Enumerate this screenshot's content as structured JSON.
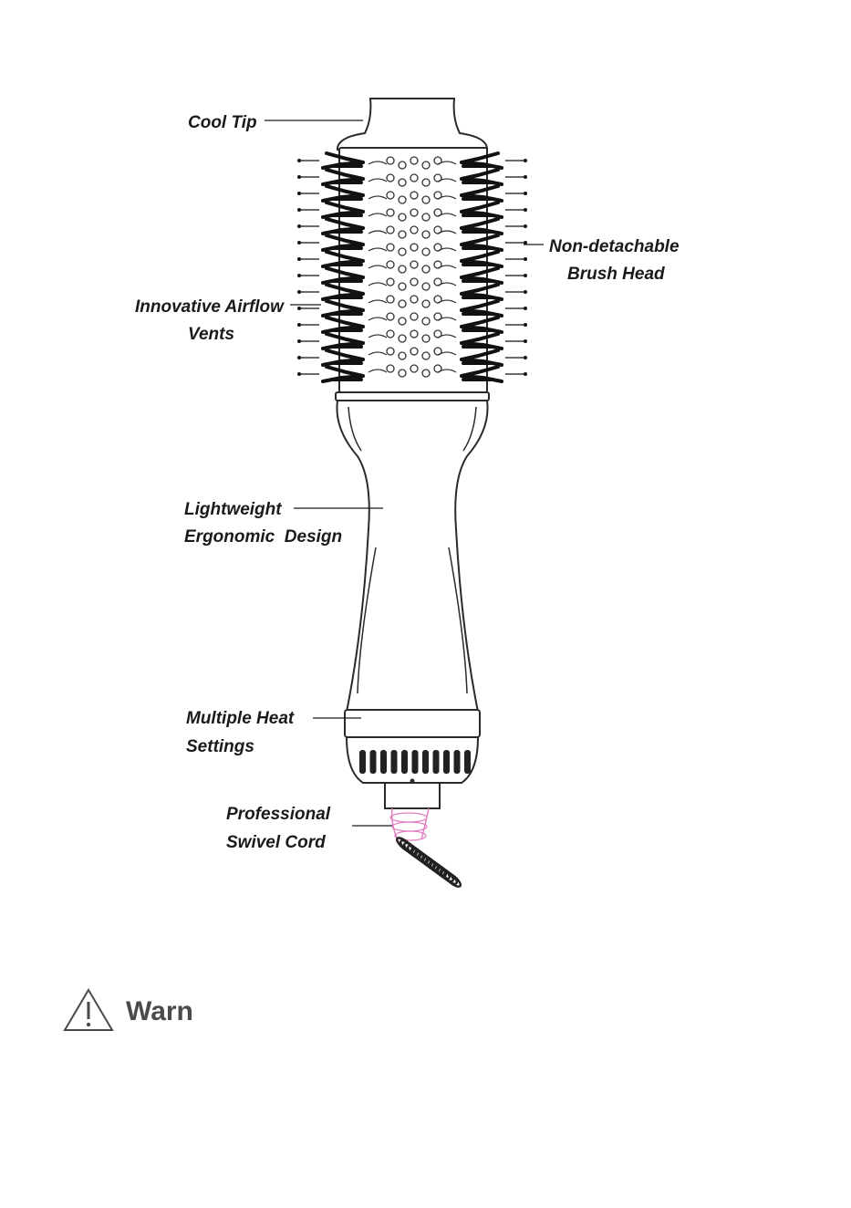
{
  "labels": {
    "cool_tip": "Cool Tip",
    "brush_head_1": "Non-detachable",
    "brush_head_2": "Brush Head",
    "airflow_1": "Innovative Airflow",
    "airflow_2": "Vents",
    "ergonomic_1": "Lightweight",
    "ergonomic_2": "Ergonomic  Design",
    "heat_1": "Multiple Heat",
    "heat_2": "Settings",
    "cord_1": "Professional",
    "cord_2": "Swivel Cord"
  },
  "warning": {
    "title": "Warn",
    "icon": "warning-triangle-icon"
  },
  "colors": {
    "swivel_accent": "#e080c0",
    "outline": "#2a2a2a"
  }
}
